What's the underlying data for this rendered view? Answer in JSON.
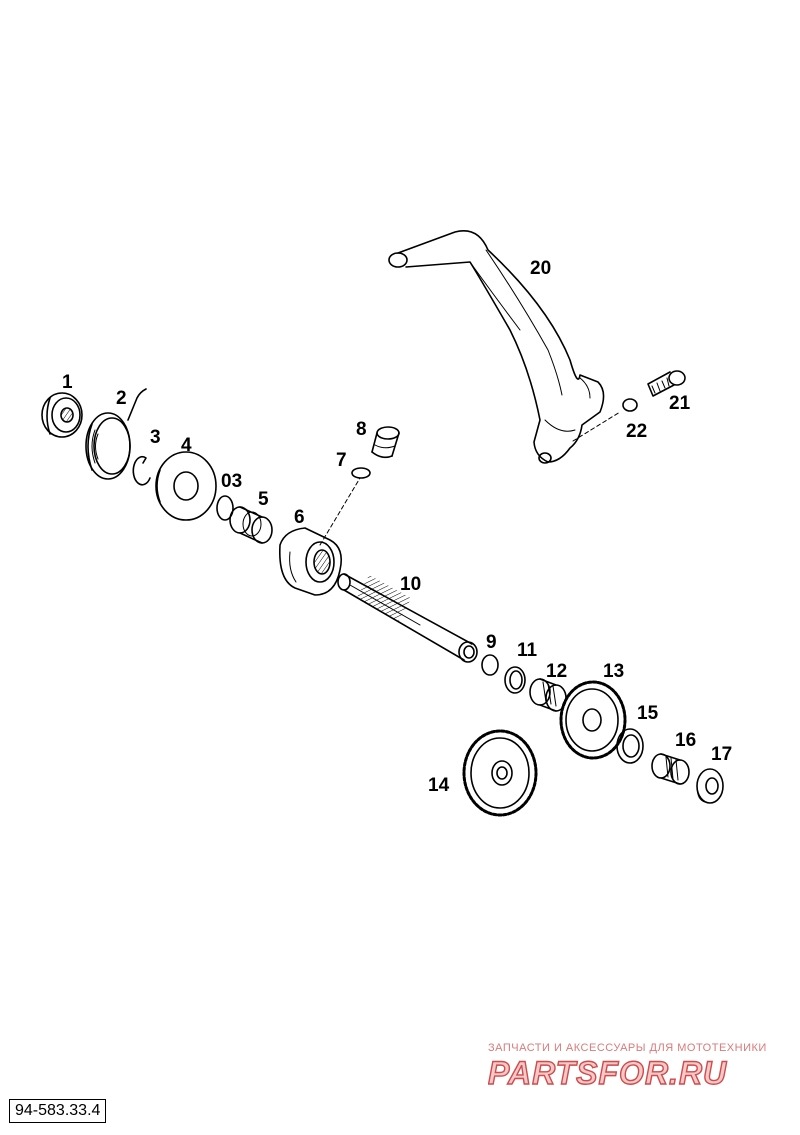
{
  "diagram": {
    "title": "",
    "reference_code": "94-583.33.4",
    "callouts": [
      {
        "id": "c1",
        "label": "1"
      },
      {
        "id": "c2",
        "label": "2"
      },
      {
        "id": "c3",
        "label": "3"
      },
      {
        "id": "c4",
        "label": "4"
      },
      {
        "id": "c03",
        "label": "03"
      },
      {
        "id": "c5",
        "label": "5"
      },
      {
        "id": "c6",
        "label": "6"
      },
      {
        "id": "c7",
        "label": "7"
      },
      {
        "id": "c8",
        "label": "8"
      },
      {
        "id": "c9",
        "label": "9"
      },
      {
        "id": "c10",
        "label": "10"
      },
      {
        "id": "c11",
        "label": "11"
      },
      {
        "id": "c12",
        "label": "12"
      },
      {
        "id": "c13",
        "label": "13"
      },
      {
        "id": "c14",
        "label": "14"
      },
      {
        "id": "c15",
        "label": "15"
      },
      {
        "id": "c16",
        "label": "16"
      },
      {
        "id": "c17",
        "label": "17"
      },
      {
        "id": "c20",
        "label": "20"
      },
      {
        "id": "c21",
        "label": "21"
      },
      {
        "id": "c22",
        "label": "22"
      }
    ]
  },
  "watermark": {
    "tagline": "ЗАПЧАСТИ И АКСЕССУАРЫ ДЛЯ МОТОТЕХНИКИ",
    "logo_text": "PARTSFOR.RU",
    "color": "#d24a4a"
  }
}
